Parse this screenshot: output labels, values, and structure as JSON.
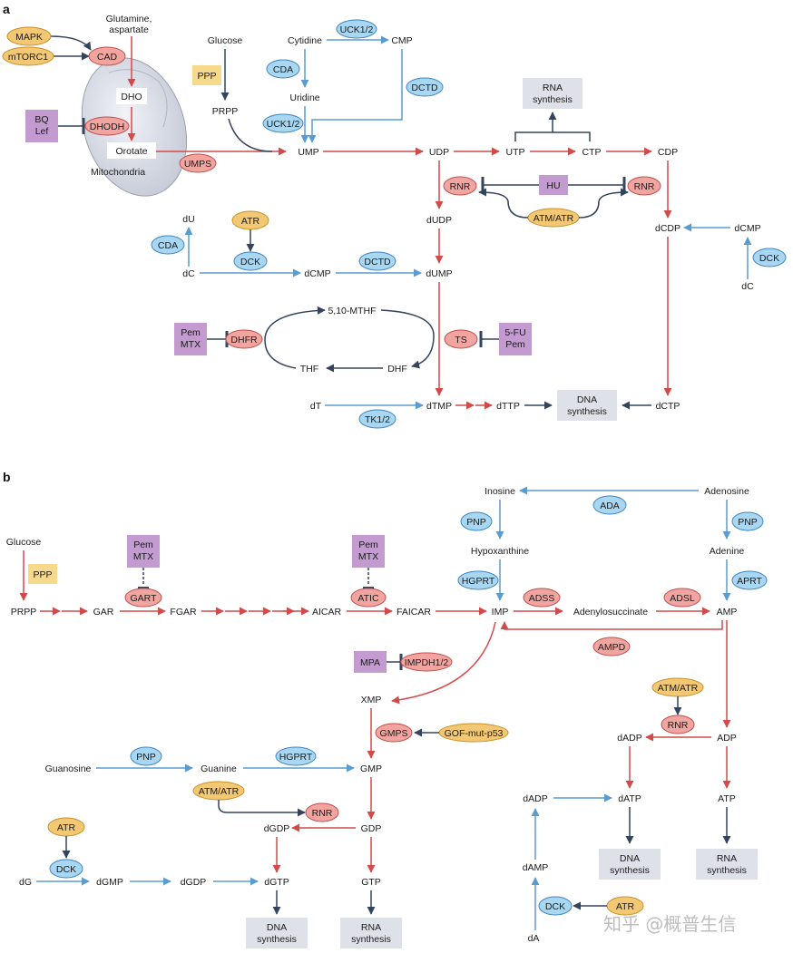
{
  "panels": {
    "a": "a",
    "b": "b"
  },
  "watermark": "知乎 @概普生信",
  "colors": {
    "enzyme_red": "#f2a5a0",
    "enzyme_blue": "#a9d7f2",
    "regulator_yellow": "#f3c874",
    "inhibitor_purple": "#c39bd0",
    "synthesis_grey": "#dfe1e8",
    "arrow_red": "#d24a4a",
    "arrow_blue": "#5a9bd0",
    "arrow_dark": "#34435e"
  },
  "a": {
    "metabolites": {
      "glutamine": [
        "Glutamine,",
        "aspartate"
      ],
      "dho": "DHO",
      "orotate": "Orotate",
      "mitochondria": "Mitochondria",
      "glucose": "Glucose",
      "prpp": "PRPP",
      "cytidine": "Cytidine",
      "cmp": "CMP",
      "uridine": "Uridine",
      "ump": "UMP",
      "udp": "UDP",
      "utp": "UTP",
      "ctp": "CTP",
      "cdp": "CDP",
      "dudp": "dUDP",
      "dcdp": "dCDP",
      "dcmp_r": "dCMP",
      "dc_r": "dC",
      "du": "dU",
      "dc": "dC",
      "dcmp": "dCMP",
      "dump": "dUMP",
      "mthf": "5,10-MTHF",
      "thf": "THF",
      "dhf": "DHF",
      "dt": "dT",
      "dtmp": "dTMP",
      "dttp": "dTTP",
      "dctp": "dCTP"
    },
    "enzymes_red": {
      "cad": "CAD",
      "dhodh": "DHODH",
      "umps": "UMPS",
      "rnr1": "RNR",
      "rnr2": "RNR",
      "dhfr": "DHFR",
      "ts": "TS"
    },
    "enzymes_blue": {
      "uck1": "UCK1/2",
      "cda1": "CDA",
      "uck2": "UCK1/2",
      "dctd1": "DCTD",
      "cda2": "CDA",
      "dck1": "DCK",
      "dctd2": "DCTD",
      "dck2": "DCK",
      "tk12": "TK1/2"
    },
    "regulators": {
      "mapk": "MAPK",
      "mtorc1": "mTORC1",
      "atr": "ATR",
      "atm_atr": "ATM/ATR"
    },
    "inhibitors": {
      "bq": [
        "BQ",
        "Lef"
      ],
      "hu": "HU",
      "pem1": [
        "Pem",
        "MTX"
      ],
      "fu": [
        "5-FU",
        "Pem"
      ]
    },
    "ppp": "PPP",
    "rna_synthesis": [
      "RNA",
      "synthesis"
    ],
    "dna_synthesis": [
      "DNA",
      "synthesis"
    ]
  },
  "b": {
    "metabolites": {
      "glucose": "Glucose",
      "prpp": "PRPP",
      "gar": "GAR",
      "fgar": "FGAR",
      "aicar": "AICAR",
      "faicar": "FAICAR",
      "imp": "IMP",
      "adenylosuccinate": "Adenylosuccinate",
      "amp": "AMP",
      "inosine": "Inosine",
      "adenosine": "Adenosine",
      "hypoxanthine": "Hypoxanthine",
      "adenine": "Adenine",
      "xmp": "XMP",
      "gmp": "GMP",
      "guanosine": "Guanosine",
      "guanine": "Guanine",
      "gdp": "GDP",
      "dgdp": "dGDP",
      "gtp": "GTP",
      "dgtp": "dGTP",
      "dg": "dG",
      "dgmp": "dGMP",
      "dgdp2": "dGDP",
      "adp": "ADP",
      "dadp": "dADP",
      "atp": "ATP",
      "datp": "dATP",
      "dadp2": "dADP",
      "damp": "dAMP",
      "da": "dA"
    },
    "enzymes_red": {
      "gart": "GART",
      "atic": "ATIC",
      "adss": "ADSS",
      "adsl": "ADSL",
      "ampd": "AMPD",
      "impdh": "IMPDH1/2",
      "gmps": "GMPS",
      "rnr1": "RNR",
      "rnr2": "RNR"
    },
    "enzymes_blue": {
      "ada": "ADA",
      "pnp1": "PNP",
      "pnp2": "PNP",
      "hgprt1": "HGPRT",
      "aprt": "APRT",
      "pnp3": "PNP",
      "hgprt2": "HGPRT",
      "dck1": "DCK",
      "dck2": "DCK"
    },
    "regulators": {
      "atm_atr1": "ATM/ATR",
      "gof": "GOF-mut-p53",
      "atm_atr2": "ATM/ATR",
      "atr1": "ATR",
      "atr2": "ATR"
    },
    "inhibitors": {
      "pem1": [
        "Pem",
        "MTX"
      ],
      "pem2": [
        "Pem",
        "MTX"
      ],
      "mpa": "MPA"
    },
    "ppp": "PPP",
    "dna_synthesis": [
      "DNA",
      "synthesis"
    ],
    "rna_synthesis": [
      "RNA",
      "synthesis"
    ]
  }
}
